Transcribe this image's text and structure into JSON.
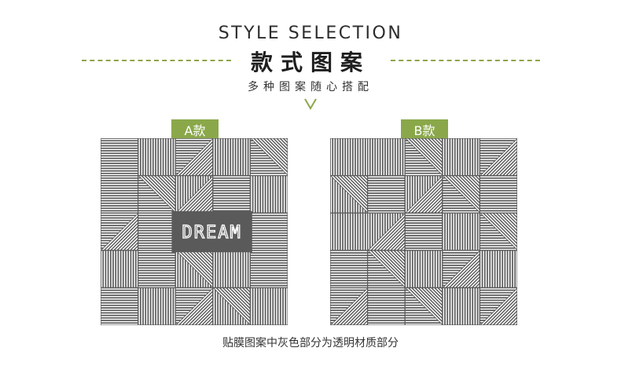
{
  "header": {
    "title_en": "STYLE SELECTION",
    "title_cn": "款式图案",
    "subtitle": "多种图案随心搭配",
    "accent_color": "#8aa84a",
    "chevron_icon": "chevron-down-icon"
  },
  "options": [
    {
      "badge": "A款",
      "center_text": "DREAM"
    },
    {
      "badge": "B款"
    }
  ],
  "caption": "贴膜图案中灰色部分为透明材质部分",
  "colors": {
    "tile_gray": "#5a5a5a",
    "line_white": "#ffffff",
    "label_bg": "#5a5a5a"
  }
}
